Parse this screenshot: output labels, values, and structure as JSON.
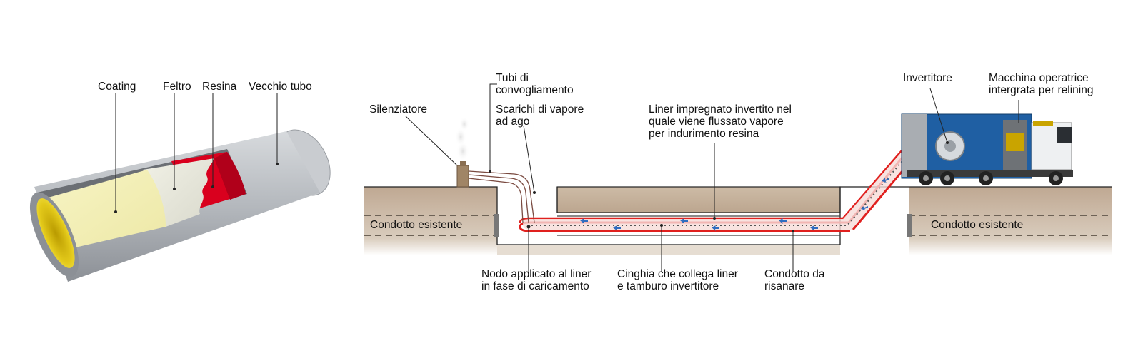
{
  "pipe_section": {
    "labels": {
      "coating": "Coating",
      "felt": "Feltro",
      "resin": "Resina",
      "old_pipe": "Vecchio tubo"
    }
  },
  "process": {
    "labels": {
      "silencer": "Silenziatore",
      "conveying_tubes": "Tubi di\nconvogliamento",
      "steam_needles": "Scarichi di vapore\nad ago",
      "liner_steam": "Liner impregnato invertito nel\nquale viene flussato vapore\nper indurimento resina",
      "inverter": "Invertitore",
      "relining_machine": "Macchina operatrice\nintergrata per relining",
      "existing_left": "Condotto esistente",
      "existing_right": "Condotto esistente",
      "knot": "Nodo applicato al liner\nin fase di caricamento",
      "belt": "Cinghia che collega liner\ne tamburo invertitore",
      "pipe_to_rehab": "Condotto da\nrisanare"
    }
  },
  "colors": {
    "ground": "#c9b6a1",
    "pipe_grey": "#a8adb3",
    "felt_yellow": "#f2f0b8",
    "resin_red": "#d9001e",
    "liner_red": "#e0201e",
    "truck_blue": "#1f5fa3"
  }
}
